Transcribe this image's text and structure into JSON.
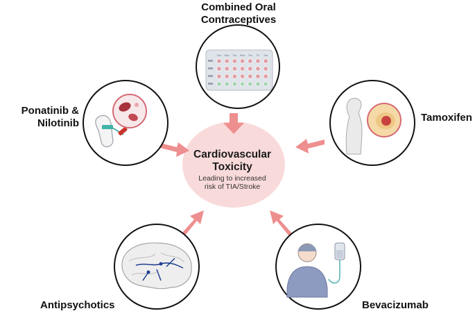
{
  "center": {
    "title_line1": "Cardiovascular",
    "title_line2": "Toxicity",
    "subtitle_line1": "Leading to increased",
    "subtitle_line2": "risk of TIA/Stroke"
  },
  "drugs": {
    "oral_contraceptives_line1": "Combined Oral",
    "oral_contraceptives_line2": "Contraceptives",
    "ponatinib_line1": "Ponatinib &",
    "ponatinib_line2": "Nilotinib",
    "tamoxifen": "Tamoxifen",
    "antipsychotics": "Antipsychotics",
    "bevacizumab": "Bevacizumab"
  },
  "pill_pack": {
    "days": [
      "Sun",
      "Mon",
      "Tue",
      "Wed",
      "Thu",
      "Fri",
      "Sat"
    ]
  },
  "colors": {
    "center_fill": "#f9dada",
    "arrow": "#ee8f8f",
    "circle_stroke": "#111111",
    "pill_red": "#e2a2a6",
    "pill_green": "#a9d6b4"
  }
}
